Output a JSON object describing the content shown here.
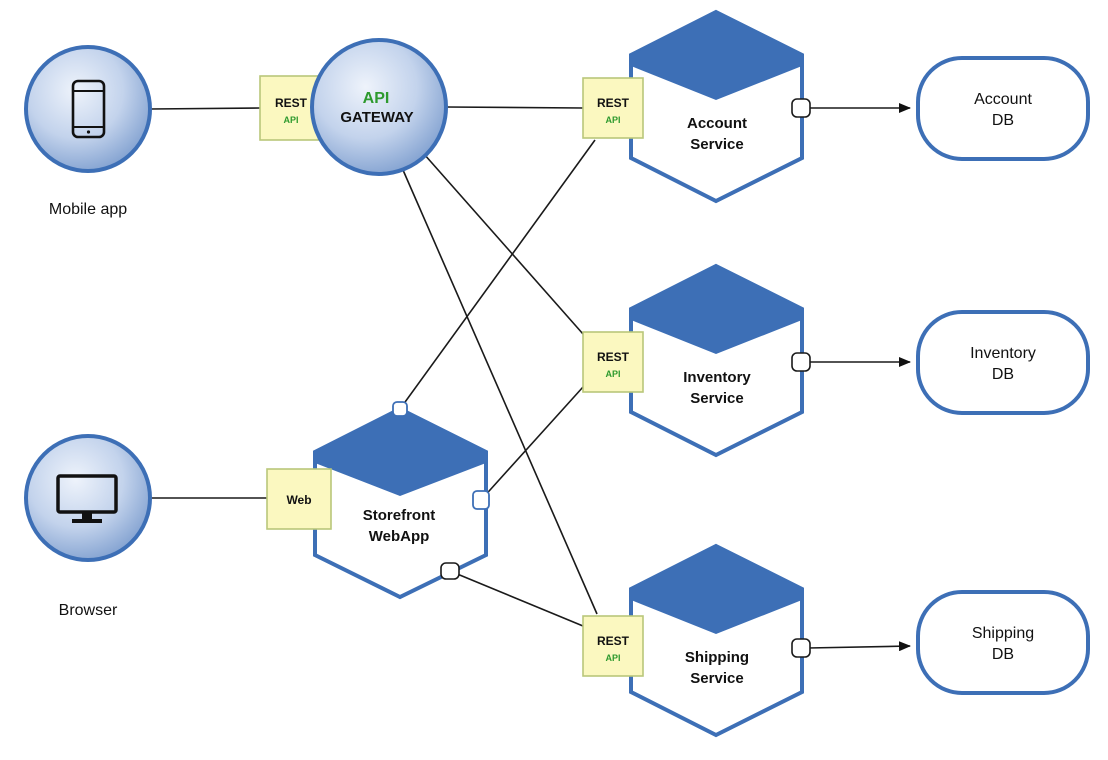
{
  "clients": {
    "mobile": {
      "label": "Mobile app",
      "icon": "mobile-phone-icon"
    },
    "browser": {
      "label": "Browser",
      "icon": "monitor-icon"
    }
  },
  "gateway": {
    "line1": "API",
    "line2": "GATEWAY",
    "interface": {
      "line1": "REST",
      "line2": "API"
    }
  },
  "webapp": {
    "line1": "Storefront",
    "line2": "WebApp",
    "interface": "Web"
  },
  "services": {
    "account": {
      "line1": "Account",
      "line2": "Service",
      "interface": {
        "line1": "REST",
        "line2": "API"
      }
    },
    "inventory": {
      "line1": "Inventory",
      "line2": "Service",
      "interface": {
        "line1": "REST",
        "line2": "API"
      }
    },
    "shipping": {
      "line1": "Shipping",
      "line2": "Service",
      "interface": {
        "line1": "REST",
        "line2": "API"
      }
    }
  },
  "databases": {
    "account": {
      "line1": "Account",
      "line2": "DB"
    },
    "inventory": {
      "line1": "Inventory",
      "line2": "DB"
    },
    "shipping": {
      "line1": "Shipping",
      "line2": "DB"
    }
  },
  "colors": {
    "primary": "#3d6fb6",
    "interface_fill": "#fbf8c0",
    "api_green": "#2e9a2e"
  }
}
